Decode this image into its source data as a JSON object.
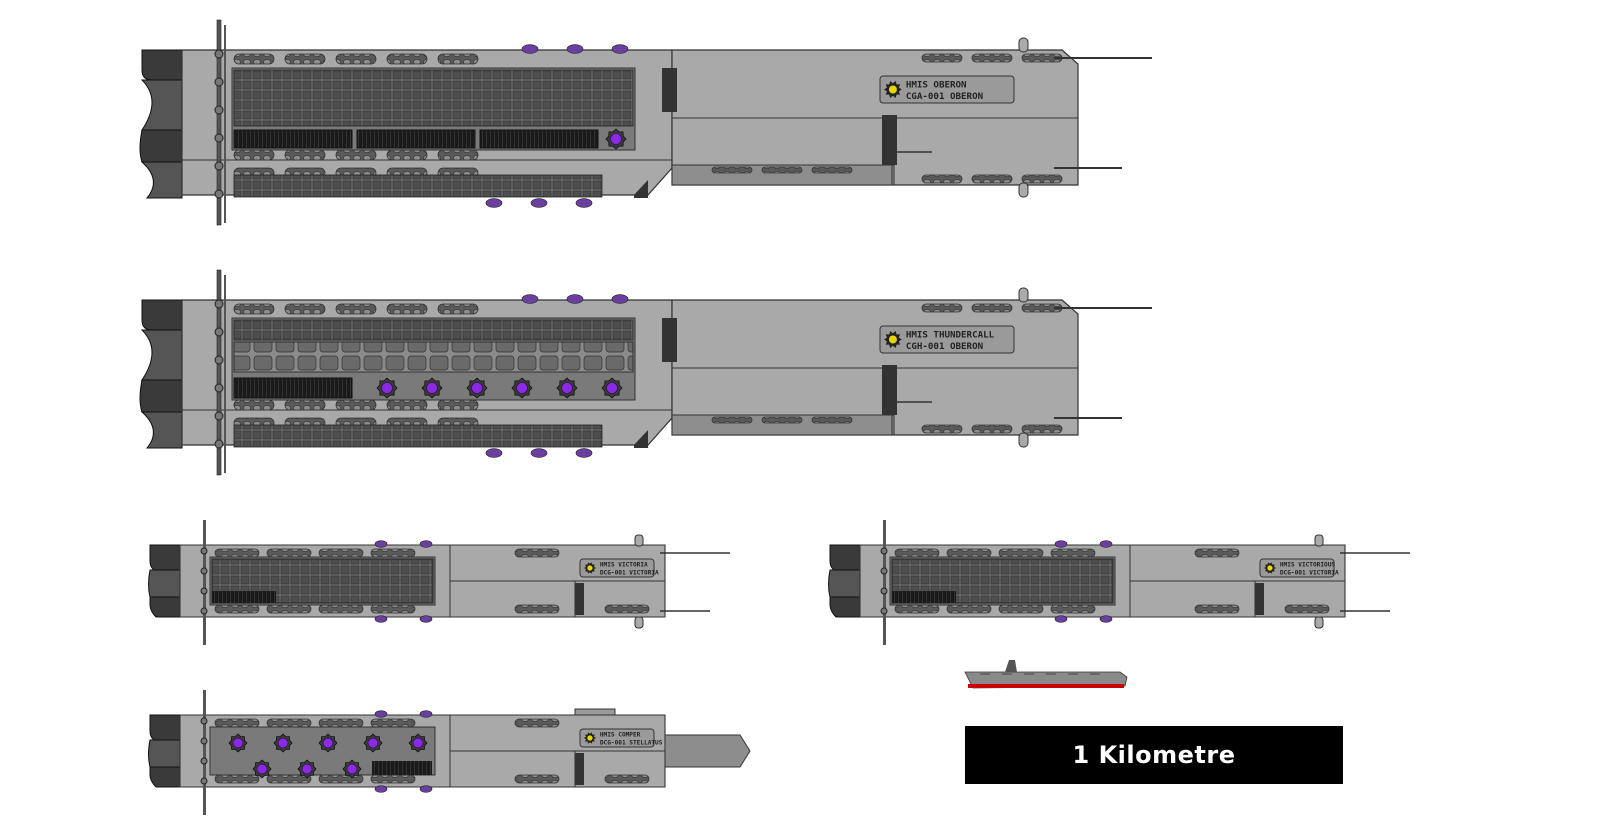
{
  "ships": [
    {
      "id": "oberon-ga",
      "variant": "grid-array",
      "plate_line1": "HMIS OBERON",
      "plate_line2": "CGA-001 OBERON"
    },
    {
      "id": "thundercall",
      "variant": "turret-battery",
      "plate_line1": "HMIS THUNDERCALL",
      "plate_line2": "CGH-001 OBERON"
    },
    {
      "id": "small-a",
      "variant": "small-grid",
      "plate_line1": "HMIS VICTORIA",
      "plate_line2": "DCG-001 VICTORIA"
    },
    {
      "id": "small-b",
      "variant": "small-grid",
      "plate_line1": "HMIS VICTORIOUS",
      "plate_line2": "DCG-001 VICTORIA"
    },
    {
      "id": "small-c",
      "variant": "small-turret",
      "plate_line1": "HMIS COMPER",
      "plate_line2": "DCG-001 STELLATUS"
    }
  ],
  "reference_ship": {
    "name": "reference-carrier"
  },
  "scale_bar": {
    "label": "1 Kilometre"
  },
  "colors": {
    "hull": "#a9a9a9",
    "hull_dark": "#8d8d8d",
    "panel": "#7a7a7a",
    "grid": "#5a5a5a",
    "outline": "#333333",
    "turret": "#8a2be2",
    "engine": "#3a3a3a",
    "reference_hull": "#8a8a8a",
    "reference_stripe": "#cc0000"
  }
}
